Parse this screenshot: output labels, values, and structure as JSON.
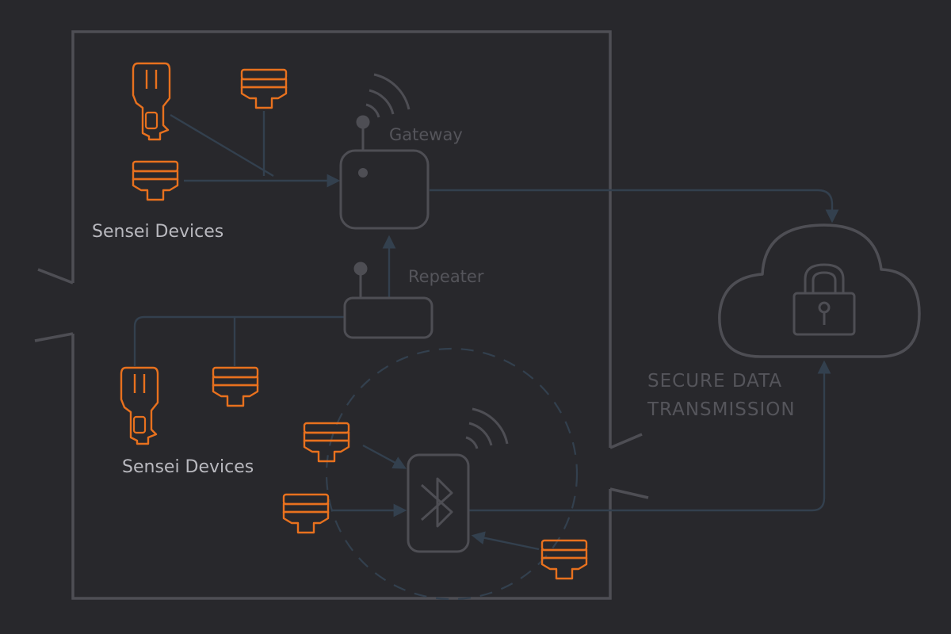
{
  "labels": {
    "gateway": "Gateway",
    "repeater": "Repeater",
    "devices_top": "Sensei Devices",
    "devices_bottom": "Sensei Devices",
    "secure_line1": "SECURE DATA",
    "secure_line2": "TRANSMISSION"
  },
  "colors": {
    "background": "#28282c",
    "device": "#e8711e",
    "structure": "#4e4e54",
    "connector": "#33404e",
    "label": "#b9b9bf",
    "label_dim": "#55555b"
  },
  "icons": {
    "gateway": "gateway-icon",
    "repeater": "repeater-icon",
    "cloud": "cloud-icon",
    "lock": "padlock-icon",
    "bluetooth": "bluetooth-hub-icon",
    "device_plug": "plug-device-icon",
    "device_clip": "clip-device-icon"
  }
}
